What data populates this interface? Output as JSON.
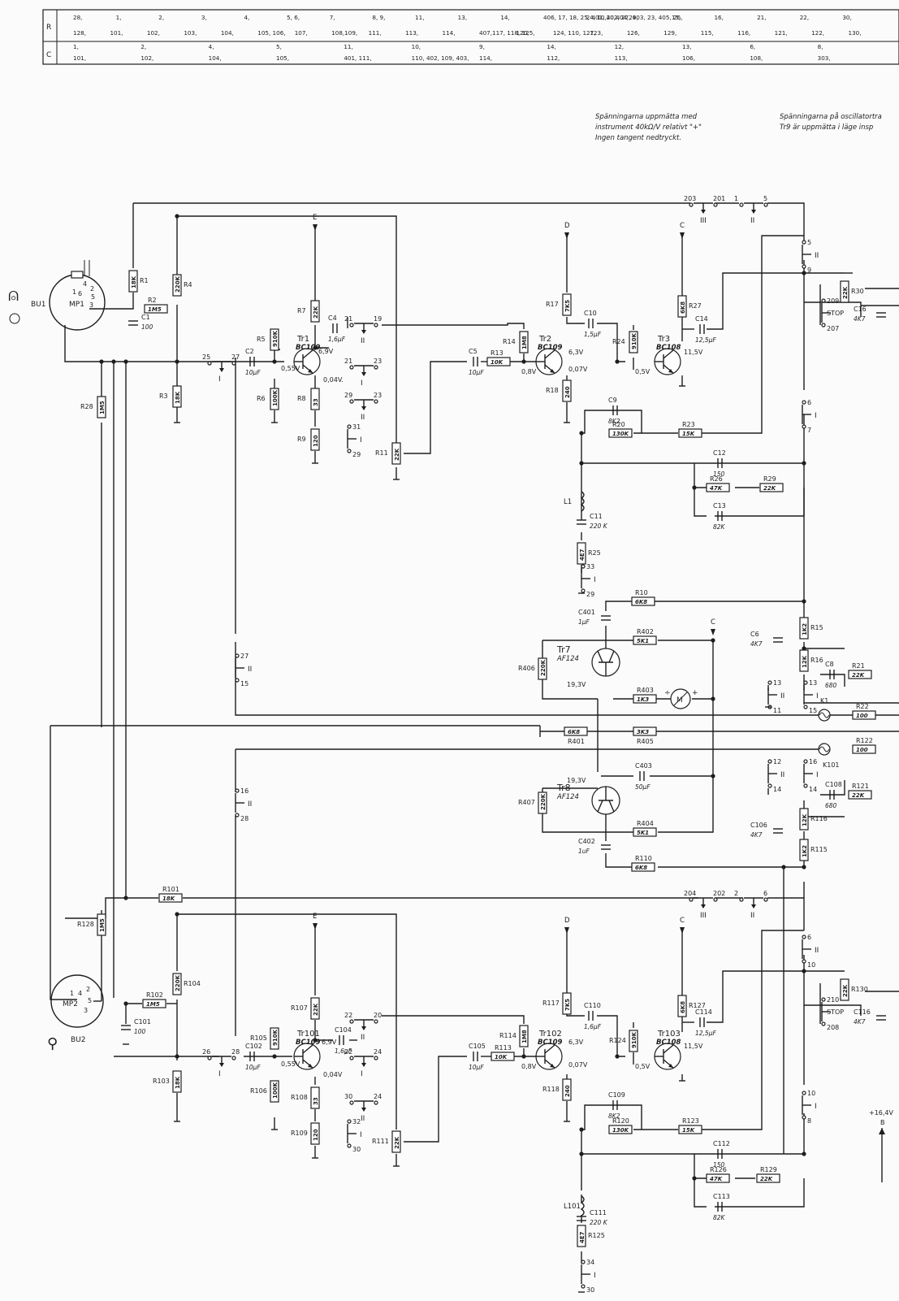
{
  "index_table": {
    "rows": [
      {
        "key": "R",
        "lines": [
          [
            "28,",
            "1,",
            "2,",
            "3,",
            "4,",
            "5, 6,",
            "7,",
            "8, 9,",
            "11,",
            "13,",
            "14,",
            "406, 17, 18, 25, 401, 20,404,",
            "24, 10,402, 27, 403, 23, 405, 26,",
            "29,",
            "15,",
            "16,",
            "21,",
            "22,",
            "30,"
          ],
          [
            "128,",
            "101,",
            "102,",
            "103,",
            "104,",
            "105, 106,",
            "107,",
            "108,109,",
            "111,",
            "113,",
            "114,",
            "407,117, 118, 125,",
            "120,",
            "124, 110, 127,",
            "123,",
            "126,",
            "129,",
            "115,",
            "116,",
            "121,",
            "122,",
            "130,"
          ]
        ]
      },
      {
        "key": "C",
        "lines": [
          [
            "1,",
            "2,",
            "4,",
            "5,",
            "11,",
            "10,",
            "9,",
            "14,",
            "12,",
            "13,",
            "6,",
            "8,"
          ],
          [
            "101,",
            "102,",
            "104,",
            "105,",
            "401, 111,",
            "110, 402, 109, 403,",
            "114,",
            "112,",
            "113,",
            "106,",
            "108,",
            "303,"
          ]
        ]
      }
    ]
  },
  "notes": {
    "left": [
      "Spänningarna uppmätta med",
      "instrument 40kΩ/V relativt \"+\"",
      "Ingen tangent nedtryckt."
    ],
    "right": [
      "Spänningarna på oscillatortra",
      "Tr9 är uppmätta i läge insp"
    ]
  },
  "connectors": {
    "bu1": "BU1",
    "mp1": "MP1",
    "bu2": "BU2",
    "mp2": "MP2",
    "pins": [
      "1",
      "6",
      "4",
      "2",
      "5",
      "3"
    ]
  },
  "channel_a": {
    "transistors": [
      {
        "ref": "Tr1",
        "type": "BC109"
      },
      {
        "ref": "Tr2",
        "type": "BC109"
      },
      {
        "ref": "Tr3",
        "type": "BC108"
      }
    ],
    "resistors": [
      {
        "ref": "R1",
        "value": "18K"
      },
      {
        "ref": "R2",
        "value": "1M5"
      },
      {
        "ref": "R3",
        "value": "18K"
      },
      {
        "ref": "R4",
        "value": "220K"
      },
      {
        "ref": "R5",
        "value": "910K"
      },
      {
        "ref": "R6",
        "value": "100K"
      },
      {
        "ref": "R7",
        "value": "22K"
      },
      {
        "ref": "R8",
        "value": "33"
      },
      {
        "ref": "R9",
        "value": "120"
      },
      {
        "ref": "R11",
        "value": "22K"
      },
      {
        "ref": "R13",
        "value": "10K"
      },
      {
        "ref": "R14",
        "value": "1M8"
      },
      {
        "ref": "R17",
        "value": "7K5"
      },
      {
        "ref": "R18",
        "value": "240"
      },
      {
        "ref": "R20",
        "value": "130K"
      },
      {
        "ref": "R23",
        "value": "15K"
      },
      {
        "ref": "R24",
        "value": "910K"
      },
      {
        "ref": "R25",
        "value": "4E7"
      },
      {
        "ref": "R26",
        "value": "47K"
      },
      {
        "ref": "R27",
        "value": "6K8"
      },
      {
        "ref": "R28",
        "value": "1M5"
      },
      {
        "ref": "R29",
        "value": "22K"
      },
      {
        "ref": "R30",
        "value": "22K"
      },
      {
        "ref": "R10",
        "value": "6K8"
      },
      {
        "ref": "R15",
        "value": "1K2"
      },
      {
        "ref": "R16",
        "value": "12K"
      },
      {
        "ref": "R21",
        "value": "22K"
      },
      {
        "ref": "R22",
        "value": "100"
      }
    ],
    "capacitors": [
      {
        "ref": "C1",
        "value": "100"
      },
      {
        "ref": "C2",
        "value": "10µF"
      },
      {
        "ref": "C4",
        "value": "1,6µF"
      },
      {
        "ref": "C5",
        "value": "10µF"
      },
      {
        "ref": "C10",
        "value": "1,5µF"
      },
      {
        "ref": "C14",
        "value": "12,5µF"
      },
      {
        "ref": "C9",
        "value": "8K2"
      },
      {
        "ref": "C11",
        "value": "220 K"
      },
      {
        "ref": "C12",
        "value": "150"
      },
      {
        "ref": "C13",
        "value": "82K"
      },
      {
        "ref": "C16",
        "value": "4K7"
      },
      {
        "ref": "C6",
        "value": "4K7"
      },
      {
        "ref": "C8",
        "value": "680"
      }
    ],
    "voltages": [
      "6,9V",
      "0,55V",
      "0,04V.",
      "6,3V",
      "0,07V",
      "0,8V",
      "0,5V",
      "11,5V"
    ],
    "inductor": "L1",
    "switches": [
      "203",
      "201",
      "1",
      "5",
      "5",
      "9",
      "209",
      "STOP",
      "207",
      "6",
      "7",
      "21",
      "19",
      "21",
      "23",
      "25",
      "27",
      "29",
      "23",
      "31",
      "29",
      "33",
      "29",
      "27",
      "15",
      "13",
      "11",
      "13",
      "15"
    ],
    "rails": [
      "E",
      "D",
      "C"
    ],
    "lamp": "K1"
  },
  "channel_b": {
    "transistors": [
      {
        "ref": "Tr101",
        "type": "BC109"
      },
      {
        "ref": "Tr102",
        "type": "BC109"
      },
      {
        "ref": "Tr103",
        "type": "BC108"
      }
    ],
    "resistors": [
      {
        "ref": "R101",
        "value": "18K"
      },
      {
        "ref": "R102",
        "value": "1M5"
      },
      {
        "ref": "R103",
        "value": "18K"
      },
      {
        "ref": "R104",
        "value": "220K"
      },
      {
        "ref": "R105",
        "value": "910K"
      },
      {
        "ref": "R106",
        "value": "100K"
      },
      {
        "ref": "R107",
        "value": "22K"
      },
      {
        "ref": "R108",
        "value": "33"
      },
      {
        "ref": "R109",
        "value": "120"
      },
      {
        "ref": "R111",
        "value": "22K"
      },
      {
        "ref": "R113",
        "value": "10K"
      },
      {
        "ref": "R114",
        "value": "1M8"
      },
      {
        "ref": "R117",
        "value": "7K5"
      },
      {
        "ref": "R118",
        "value": "240"
      },
      {
        "ref": "R120",
        "value": "130K"
      },
      {
        "ref": "R123",
        "value": "15K"
      },
      {
        "ref": "R124",
        "value": "910K"
      },
      {
        "ref": "R125",
        "value": "4E7"
      },
      {
        "ref": "R126",
        "value": "47K"
      },
      {
        "ref": "R127",
        "value": "6K8"
      },
      {
        "ref": "R128",
        "value": "1M5"
      },
      {
        "ref": "R129",
        "value": "22K"
      },
      {
        "ref": "R130",
        "value": "22K"
      },
      {
        "ref": "R110",
        "value": "6K8"
      },
      {
        "ref": "R115",
        "value": "1K2"
      },
      {
        "ref": "R116",
        "value": "12K"
      },
      {
        "ref": "R121",
        "value": "22K"
      },
      {
        "ref": "R122",
        "value": "100"
      }
    ],
    "capacitors": [
      {
        "ref": "C101",
        "value": "100"
      },
      {
        "ref": "C102",
        "value": "10µF"
      },
      {
        "ref": "C104",
        "value": "1,6µF"
      },
      {
        "ref": "C105",
        "value": "10µF"
      },
      {
        "ref": "C110",
        "value": "1,6µF"
      },
      {
        "ref": "C114",
        "value": "12,5µF"
      },
      {
        "ref": "C109",
        "value": "8K2"
      },
      {
        "ref": "C111",
        "value": "220 K"
      },
      {
        "ref": "C112",
        "value": "150"
      },
      {
        "ref": "C113",
        "value": "82K"
      },
      {
        "ref": "C116",
        "value": "4K7"
      },
      {
        "ref": "C106",
        "value": "4K7"
      },
      {
        "ref": "C108",
        "value": "680"
      }
    ],
    "voltages": [
      "6,9V",
      "0,55V",
      "0,04V",
      "6,3V",
      "0,07V",
      "0,8V",
      "0,5V",
      "11,5V"
    ],
    "inductor": "L101",
    "switches": [
      "204",
      "202",
      "2",
      "6",
      "6",
      "10",
      "210",
      "STOP",
      "208",
      "10",
      "8",
      "22",
      "20",
      "22",
      "24",
      "26",
      "28",
      "30",
      "24",
      "32",
      "30",
      "34",
      "30",
      "16",
      "28",
      "12",
      "14",
      "16",
      "14"
    ],
    "lamp": "K101"
  },
  "meter_stage": {
    "transistors": [
      {
        "ref": "Tr7",
        "type": "AF124",
        "voltage": "19,3V"
      },
      {
        "ref": "Tr8",
        "type": "AF124",
        "voltage": "19,3V"
      }
    ],
    "resistors": [
      {
        "ref": "R406",
        "value": "220K"
      },
      {
        "ref": "R407",
        "value": "220K"
      },
      {
        "ref": "R402",
        "value": "5K1"
      },
      {
        "ref": "R404",
        "value": "5K1"
      },
      {
        "ref": "R403",
        "value": "1K3"
      },
      {
        "ref": "R401",
        "value": "6K8"
      },
      {
        "ref": "R405",
        "value": "3K3"
      }
    ],
    "capacitors": [
      {
        "ref": "C401",
        "value": "1µF"
      },
      {
        "ref": "C402",
        "value": "1uF"
      },
      {
        "ref": "C403",
        "value": "50µF"
      }
    ],
    "meter": "M",
    "meter_signs": [
      "÷",
      "+"
    ]
  },
  "supply": {
    "voltage": "+16,4V",
    "rail": "B"
  },
  "roman": [
    "I",
    "II",
    "III"
  ]
}
